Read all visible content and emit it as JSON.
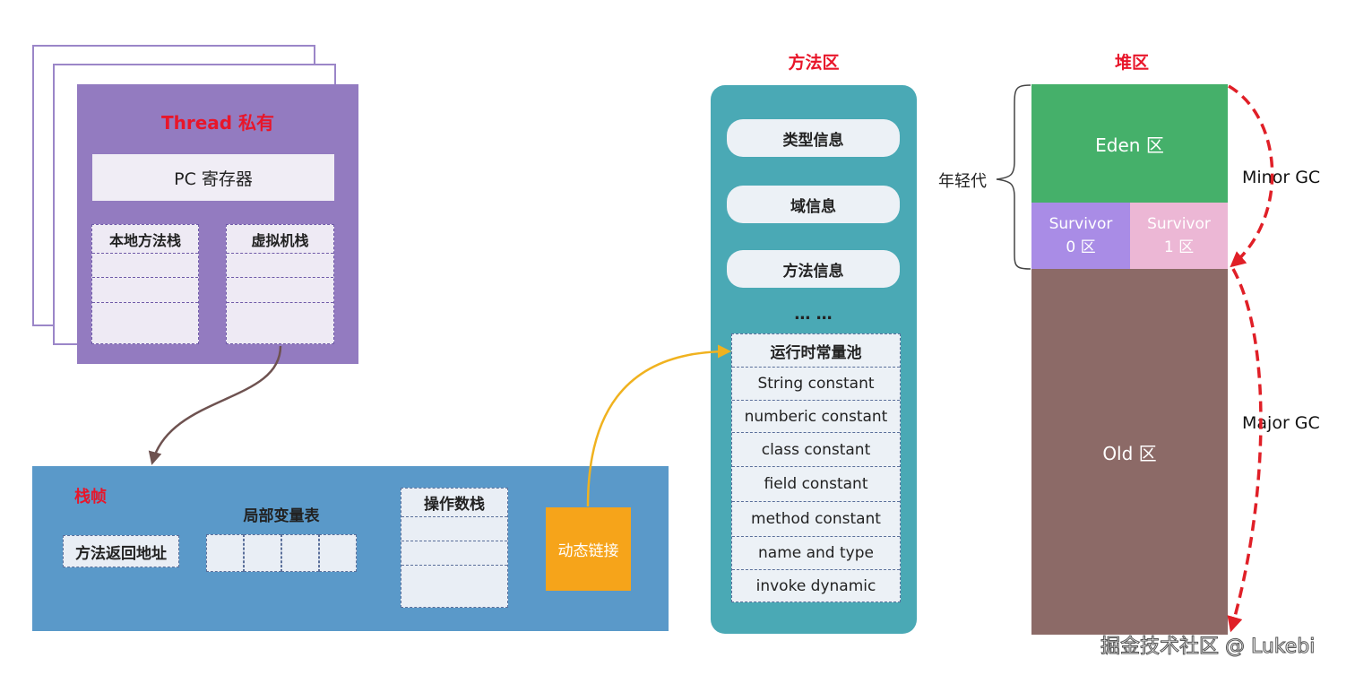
{
  "thread": {
    "title": "Thread 私有",
    "pc": "PC 寄存器",
    "native_stack": "本地方法栈",
    "vm_stack": "虚拟机栈"
  },
  "frame": {
    "title": "栈帧",
    "return_address": "方法返回地址",
    "local_vars": "局部变量表",
    "operand_stack": "操作数栈",
    "dynamic_link": "动态链接"
  },
  "method_area": {
    "title": "方法区",
    "items": [
      "类型信息",
      "域信息",
      "方法信息"
    ],
    "ellipsis": "… …",
    "pool": {
      "title": "运行时常量池",
      "rows": [
        "String constant",
        "numberic constant",
        "class constant",
        "field constant",
        "method constant",
        "name and type",
        "invoke dynamic"
      ]
    }
  },
  "heap": {
    "title": "堆区",
    "young_label": "年轻代",
    "eden": "Eden 区",
    "survivor0": [
      "Survivor",
      "0 区"
    ],
    "survivor1": [
      "Survivor",
      "1 区"
    ],
    "old": "Old 区",
    "minor_gc": "Minor GC",
    "major_gc": "Major GC"
  },
  "watermark": "掘金技术社区 @ Lukebi",
  "colors": {
    "title_red": "#e8162a",
    "thread_purple": "#937bc0",
    "frame_blue": "#5a99c9",
    "method_teal": "#4aa9b5",
    "dynamic_orange": "#f6a41a",
    "eden_green": "#45b06a",
    "survivor0": "#a98ce6",
    "survivor1": "#ecb7d5",
    "old_brown": "#8c6a67",
    "gc_arrow": "#e01f27"
  }
}
